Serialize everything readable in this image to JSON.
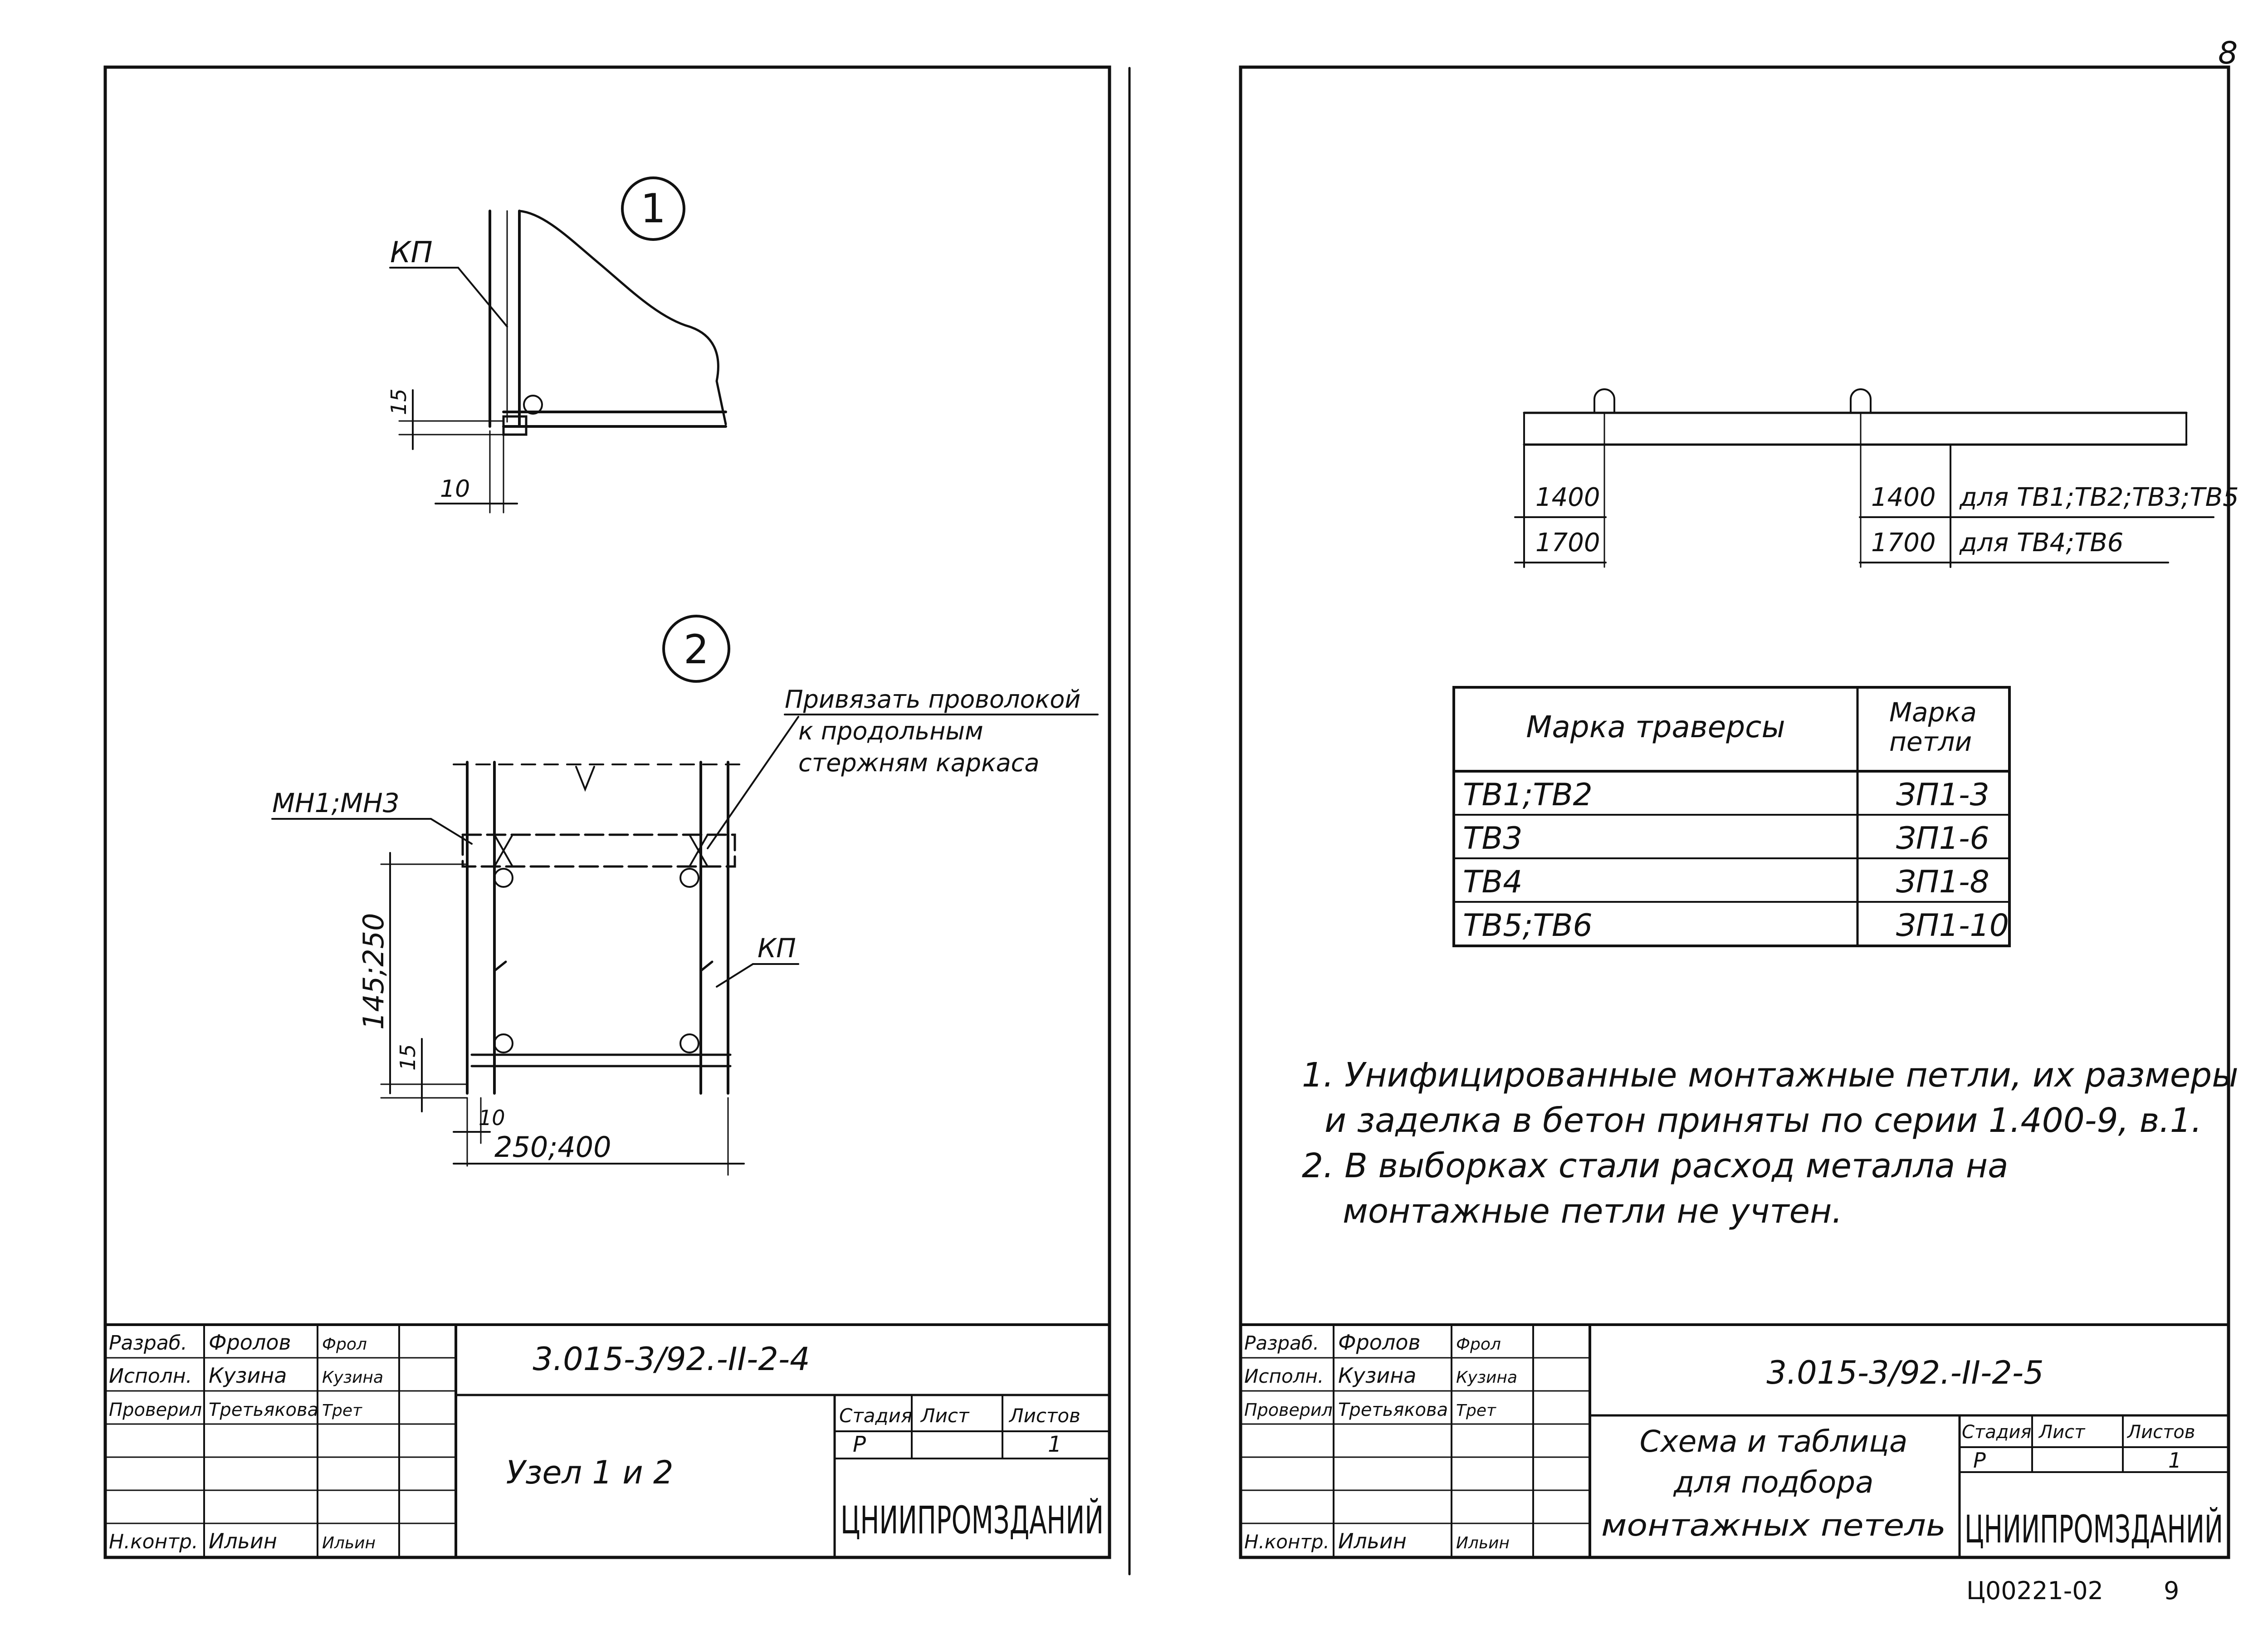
{
  "page_corner_number": "8",
  "left_sheet": {
    "node1": {
      "circle_label": "1",
      "callout_kp": "КП",
      "dim_vertical": "15",
      "dim_horizontal": "10"
    },
    "node2": {
      "circle_label": "2",
      "note_line1": "Привязать проволокой",
      "note_line2": "к продольным",
      "note_line3": "стержням каркаса",
      "callout_mesh": "МН1;МН3",
      "callout_kp": "КП",
      "dim_spacing": "145;250",
      "dim_vertical": "15",
      "dim_small": "10",
      "dim_width": "250;400"
    },
    "title_block": {
      "roles": [
        "Разраб.",
        "Исполн.",
        "Проверил",
        "",
        "",
        "",
        "Н.контр."
      ],
      "names": [
        "Фролов",
        "Кузина",
        "Третьякова",
        "",
        "",
        "",
        "Ильин"
      ],
      "signatures": [
        "Фрол",
        "Кузина",
        "Трет",
        "",
        "",
        "",
        "Ильин"
      ],
      "code": "3.015-3/92.-II-2-4",
      "title": "Узел 1 и 2",
      "stage_header": "Стадия",
      "sheet_header": "Лист",
      "sheets_header": "Листов",
      "stage": "Р",
      "sheet": "",
      "sheets": "1",
      "org": "ЦНИИПРОМЗДАНИЙ"
    }
  },
  "right_sheet": {
    "beam": {
      "dim_left_1": "1400",
      "dim_left_2": "1700",
      "dim_right_1": "1400",
      "dim_right_2": "1700",
      "label_1": "для ТВ1;ТВ2;ТВ3;ТВ5",
      "label_2": "для ТВ4;ТВ6"
    },
    "table": {
      "header_col1": "Марка траверсы",
      "header_col2_line1": "Марка",
      "header_col2_line2": "петли",
      "rows": [
        {
          "mark": "ТВ1;ТВ2",
          "loop": "ЗП1-3"
        },
        {
          "mark": "ТВ3",
          "loop": "ЗП1-6"
        },
        {
          "mark": "ТВ4",
          "loop": "ЗП1-8"
        },
        {
          "mark": "ТВ5;ТВ6",
          "loop": "ЗП1-10"
        }
      ]
    },
    "notes": {
      "line1": "1. Унифицированные монтажные петли, их размеры",
      "line2": "и заделка в бетон приняты по серии 1.400-9, в.1.",
      "line3": "2. В выборках стали расход металла на",
      "line4": "монтажные петли не учтен."
    },
    "title_block": {
      "roles": [
        "Разраб.",
        "Исполн.",
        "Проверил",
        "",
        "",
        "",
        "Н.контр."
      ],
      "names": [
        "Фролов",
        "Кузина",
        "Третьякова",
        "",
        "",
        "",
        "Ильин"
      ],
      "signatures": [
        "Фрол",
        "Кузина",
        "Трет",
        "",
        "",
        "",
        "Ильин"
      ],
      "code": "3.015-3/92.-II-2-5",
      "title_line1": "Схема и таблица",
      "title_line2": "для подбора",
      "title_line3": "монтажных петель",
      "stage_header": "Стадия",
      "sheet_header": "Лист",
      "sheets_header": "Листов",
      "stage": "Р",
      "sheet": "",
      "sheets": "1",
      "org": "ЦНИИПРОМЗДАНИЙ"
    },
    "archive_number": "Ц00221-02",
    "page_number": "9"
  }
}
